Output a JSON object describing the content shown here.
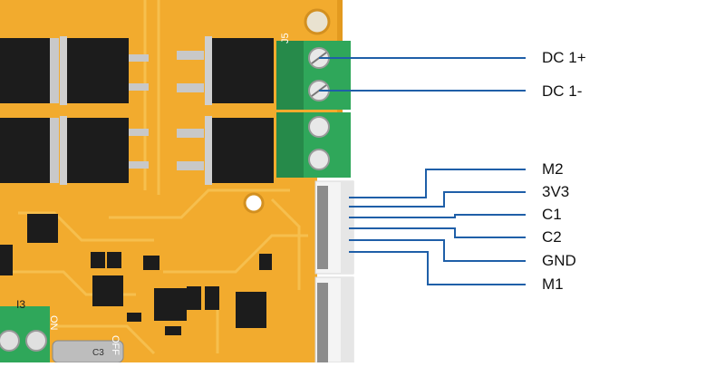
{
  "connectors": {
    "power": [
      {
        "label": "DC 1+"
      },
      {
        "label": "DC 1-"
      }
    ],
    "signal": [
      {
        "label": "M2"
      },
      {
        "label": "3V3"
      },
      {
        "label": "C1"
      },
      {
        "label": "C2"
      },
      {
        "label": "GND"
      },
      {
        "label": "M1"
      }
    ]
  },
  "board_text": {
    "header_ref": "J5",
    "switch_on": "ON",
    "switch_off": "OFF",
    "resistor_ref": "I3",
    "cap_ref": "C3"
  },
  "colors": {
    "board": "#f2ab2e",
    "board_edge": "#e39a1f",
    "trace": "#f6bf4e",
    "terminal": "#2fa75a",
    "leader_line": "#1f5fa8",
    "connector": "#f4f4f4"
  }
}
